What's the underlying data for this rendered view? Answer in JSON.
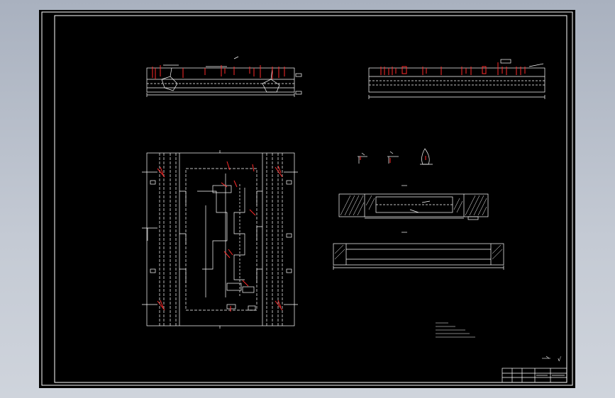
{
  "colors": {
    "background_outer": "#b9c0cb",
    "paper": "#000000",
    "line": "#ffffff",
    "highlight": "#ff2a2a"
  },
  "drawing": {
    "views": [
      "top-left-elevation",
      "top-right-elevation",
      "plan-view",
      "detail-symbols",
      "section-a",
      "section-b",
      "notes",
      "title-block"
    ],
    "symbols": {
      "roughness": "√"
    }
  }
}
